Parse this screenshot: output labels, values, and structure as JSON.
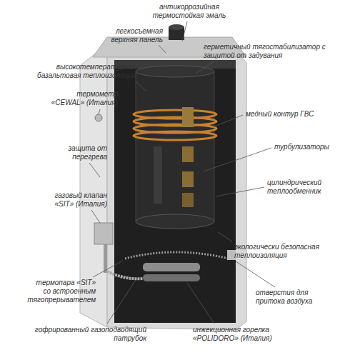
{
  "diagram": {
    "labels": [
      "антикоррозийная термостойкая эмаль",
      "легкосъемная верхняя панель",
      "герметичный тягостабилизатор с защитой от задувания",
      "высокотемпературная базальтовая теплоизоляция",
      "термометр «CEWAL» (Италия)",
      "медный контур ГВС",
      "защита от перегрева",
      "турбулизаторы",
      "цилиндрический теплообменник",
      "газовый клапан «SIT» (Италия)",
      "экологически безопасная теплоизоляция",
      "термопара «SIT» со встроенным тягопрерывателем",
      "отверстия для притока воздуха",
      "гофрированный газоподводящий патрубок",
      "инжекционная горелка «POLIDORO» (Италия)"
    ]
  }
}
